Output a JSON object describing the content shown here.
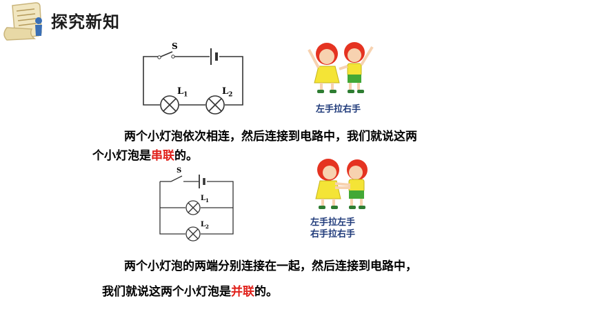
{
  "header": {
    "title": "探究新知"
  },
  "series_section": {
    "circuit": {
      "switch_label": "S",
      "lamp1_label": "L",
      "lamp1_sub": "1",
      "lamp2_label": "L",
      "lamp2_sub": "2"
    },
    "caption": "左手拉右手",
    "line1": "两个小灯泡依次相连，然后连接到电路中，我们就说这两",
    "line2_pre": "个小灯泡是",
    "line2_term": "串联",
    "line2_post": "的。"
  },
  "parallel_section": {
    "circuit": {
      "switch_label": "S",
      "lamp1_label": "L",
      "lamp1_sub": "1",
      "lamp2_label": "L",
      "lamp2_sub": "2"
    },
    "caption_line1": "左手拉左手",
    "caption_line2": "右手拉右手",
    "line1": "两个小灯泡的两端分别连接在一起，然后连接到电路中，",
    "line2_pre": "我们就说这两个小灯泡是",
    "line2_term": "并联",
    "line2_post": "的。"
  },
  "colors": {
    "highlight": "#e0201a",
    "caption": "#1f3a7a",
    "wire": "#333333"
  }
}
